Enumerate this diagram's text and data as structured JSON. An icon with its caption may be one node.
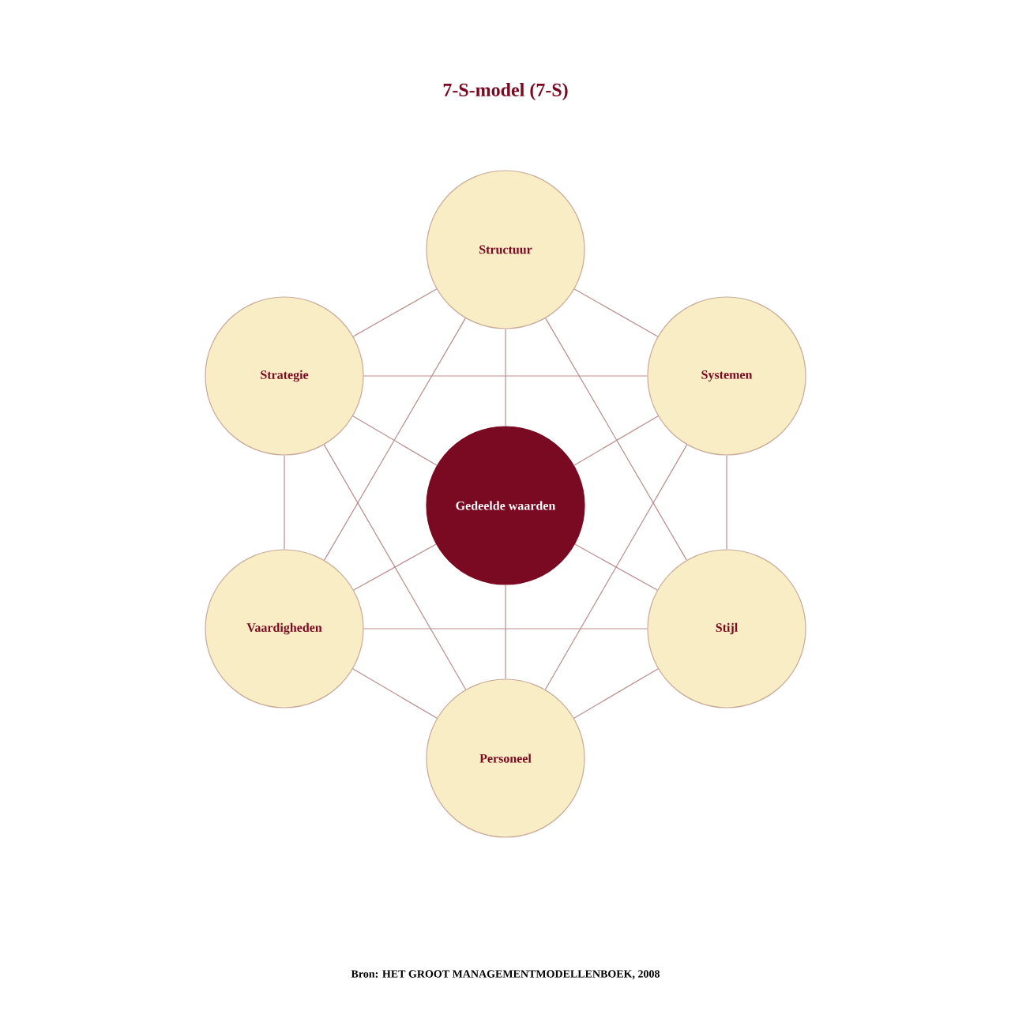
{
  "diagram": {
    "title": "7-S-model (7-S)",
    "nodes": [
      {
        "text": [
          "Structuur"
        ]
      },
      {
        "text": [
          "Strategie"
        ]
      },
      {
        "text": [
          "Systemen"
        ]
      },
      {
        "text": [
          "Gedeelde waarden"
        ]
      },
      {
        "text": [
          "Vaardigheden"
        ]
      },
      {
        "text": [
          "Stijl"
        ]
      },
      {
        "text": [
          "Personeel"
        ]
      }
    ],
    "edges": [
      {
        "from": 0,
        "to": 1,
        "arrow": "none"
      },
      {
        "from": 0,
        "to": 2,
        "arrow": "none"
      },
      {
        "from": 0,
        "to": 4,
        "arrow": "none"
      },
      {
        "from": 0,
        "to": 5,
        "arrow": "none"
      },
      {
        "from": 1,
        "to": 2,
        "arrow": "none"
      },
      {
        "from": 1,
        "to": 4,
        "arrow": "none"
      },
      {
        "from": 1,
        "to": 6,
        "arrow": "none"
      },
      {
        "from": 2,
        "to": 5,
        "arrow": "none"
      },
      {
        "from": 2,
        "to": 6,
        "arrow": "none"
      },
      {
        "from": 4,
        "to": 5,
        "arrow": "none"
      },
      {
        "from": 4,
        "to": 6,
        "arrow": "none"
      },
      {
        "from": 5,
        "to": 6,
        "arrow": "none"
      },
      {
        "from": 3,
        "to": 0,
        "arrow": "none"
      },
      {
        "from": 3,
        "to": 1,
        "arrow": "none"
      },
      {
        "from": 3,
        "to": 2,
        "arrow": "none"
      },
      {
        "from": 3,
        "to": 4,
        "arrow": "none"
      },
      {
        "from": 3,
        "to": 5,
        "arrow": "none"
      },
      {
        "from": 3,
        "to": 6,
        "arrow": "none"
      }
    ],
    "labels": [
      "Bron: HET GROOT MANAGEMENTMODELLENBOEK, 2008"
    ]
  }
}
